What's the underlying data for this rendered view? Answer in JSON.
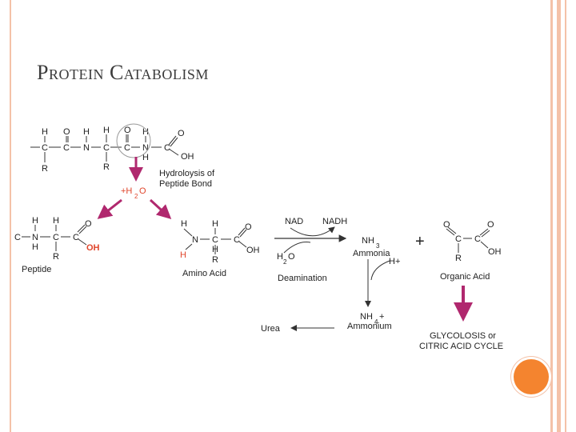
{
  "slide": {
    "title": "Protein Catabolism",
    "accent_border": "#f4c2a8",
    "accent_dot": "#f4842f"
  },
  "diagram": {
    "top_peptide_atoms": [
      "H",
      "O",
      "H",
      "H",
      "O",
      "H",
      "O",
      "C",
      "C",
      "N",
      "C",
      "C",
      "N",
      "C",
      "H",
      "R",
      "R",
      "OH"
    ],
    "hydrolysis_label_line1": "Hydroloysis of",
    "hydrolysis_label_line2": "Peptide Bond",
    "water_label": "+H",
    "water_sub": "2",
    "water_o": "O",
    "left_product": {
      "atoms": [
        "H",
        "H",
        "O",
        "C",
        "N",
        "C",
        "C",
        "H",
        "R"
      ],
      "oh_red": "OH",
      "caption": "Peptide"
    },
    "amino_acid": {
      "atoms": [
        "H",
        "H",
        "O",
        "N",
        "C",
        "C",
        "H",
        "R",
        "OH"
      ],
      "h_red": "H",
      "caption": "Amino Acid"
    },
    "deamination": {
      "nad": "NAD",
      "nadh": "NADH",
      "h2o_h": "H",
      "h2o_sub": "2",
      "h2o_o": "O",
      "caption": "Deamination"
    },
    "ammonia": {
      "formula_main": "NH",
      "formula_sub": "3",
      "label": "Ammonia",
      "h_plus": "H+"
    },
    "ammonium": {
      "formula_main": "NH",
      "formula_sub": "4",
      "charge": "+",
      "label": "Ammonium"
    },
    "urea": "Urea",
    "plus_sign": "+",
    "organic_acid": {
      "atoms": [
        "O",
        "O",
        "C",
        "C",
        "R",
        "OH"
      ],
      "caption": "Organic Acid"
    },
    "cycle_line1": "GLYCOLOSIS or",
    "cycle_line2": "CITRIC ACID CYCLE",
    "magenta": "#b0286e",
    "red_text": "#e0452b"
  }
}
